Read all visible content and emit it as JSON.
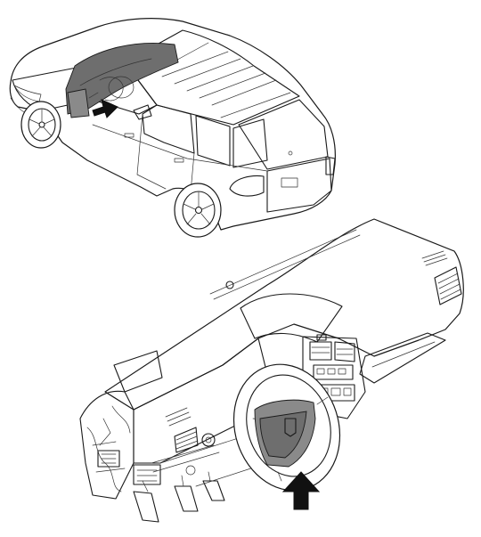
{
  "figure": {
    "background": "#ffffff",
    "line_color": "#1a1a1a",
    "highlight_color": "#7a7a7a",
    "arrow_color": "#111111"
  },
  "panels": [
    {
      "id": "vehicle-overview",
      "highlighted_part": "dashboard",
      "arrow_direction": "right"
    },
    {
      "id": "dashboard-detail",
      "highlighted_part": "driver-airbag",
      "arrow_direction": "up"
    }
  ]
}
